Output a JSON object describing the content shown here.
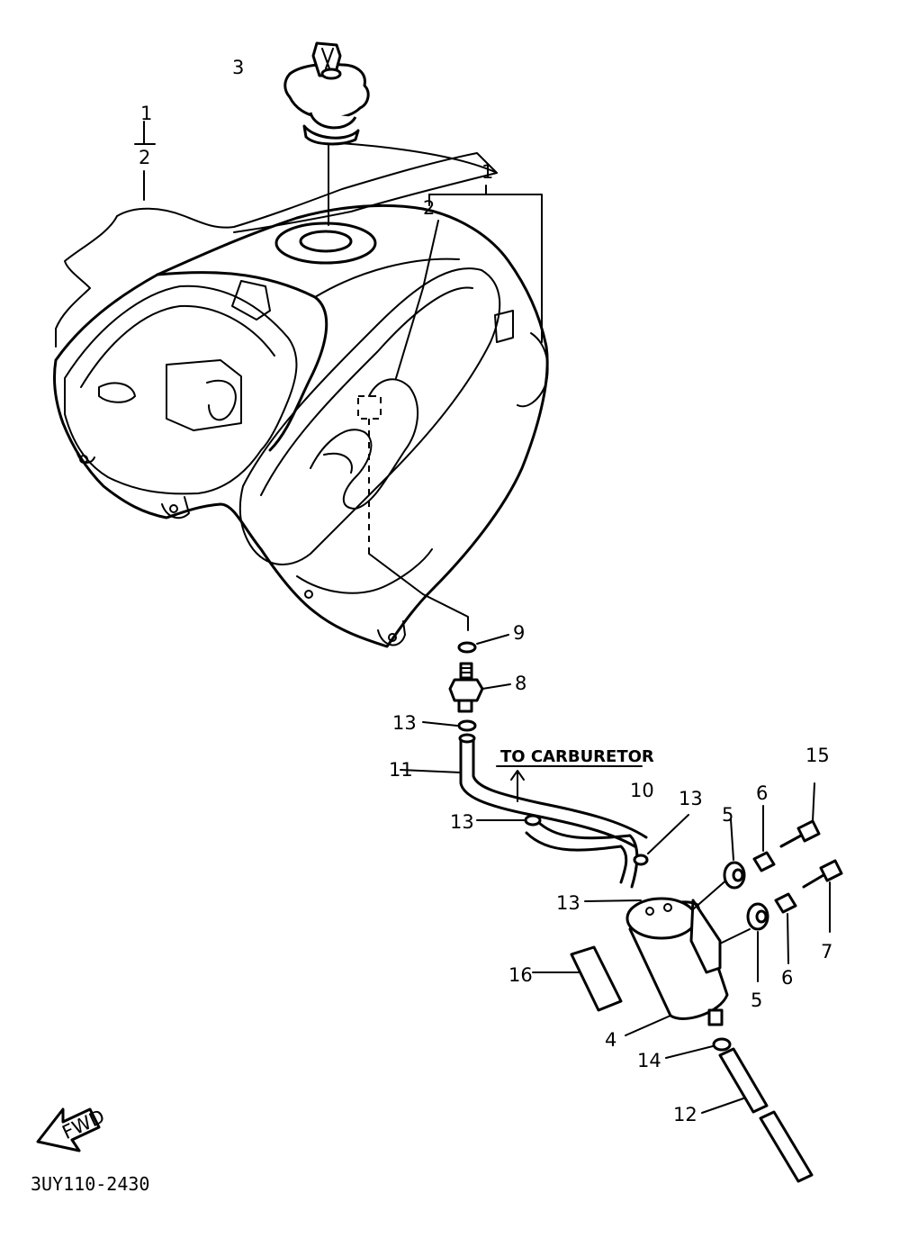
{
  "diagram_code": "3UY110-2430",
  "annotation_to_carburetor": "TO CARBURETOR",
  "fwd_badge": "FWD",
  "callouts": {
    "c1_top": "1",
    "c2_left": "2",
    "c1_right": "1",
    "c2_right": "2",
    "c3": "3",
    "c4": "4",
    "c5_upper": "5",
    "c5_lower": "5",
    "c6_upper": "6",
    "c6_lower": "6",
    "c7": "7",
    "c8": "8",
    "c9": "9",
    "c10": "10",
    "c11": "11",
    "c12": "12",
    "c13_a": "13",
    "c13_b": "13",
    "c13_c": "13",
    "c13_d": "13",
    "c14": "14",
    "c15": "15",
    "c16": "16"
  },
  "icons": [
    "fwd-arrow-icon"
  ]
}
